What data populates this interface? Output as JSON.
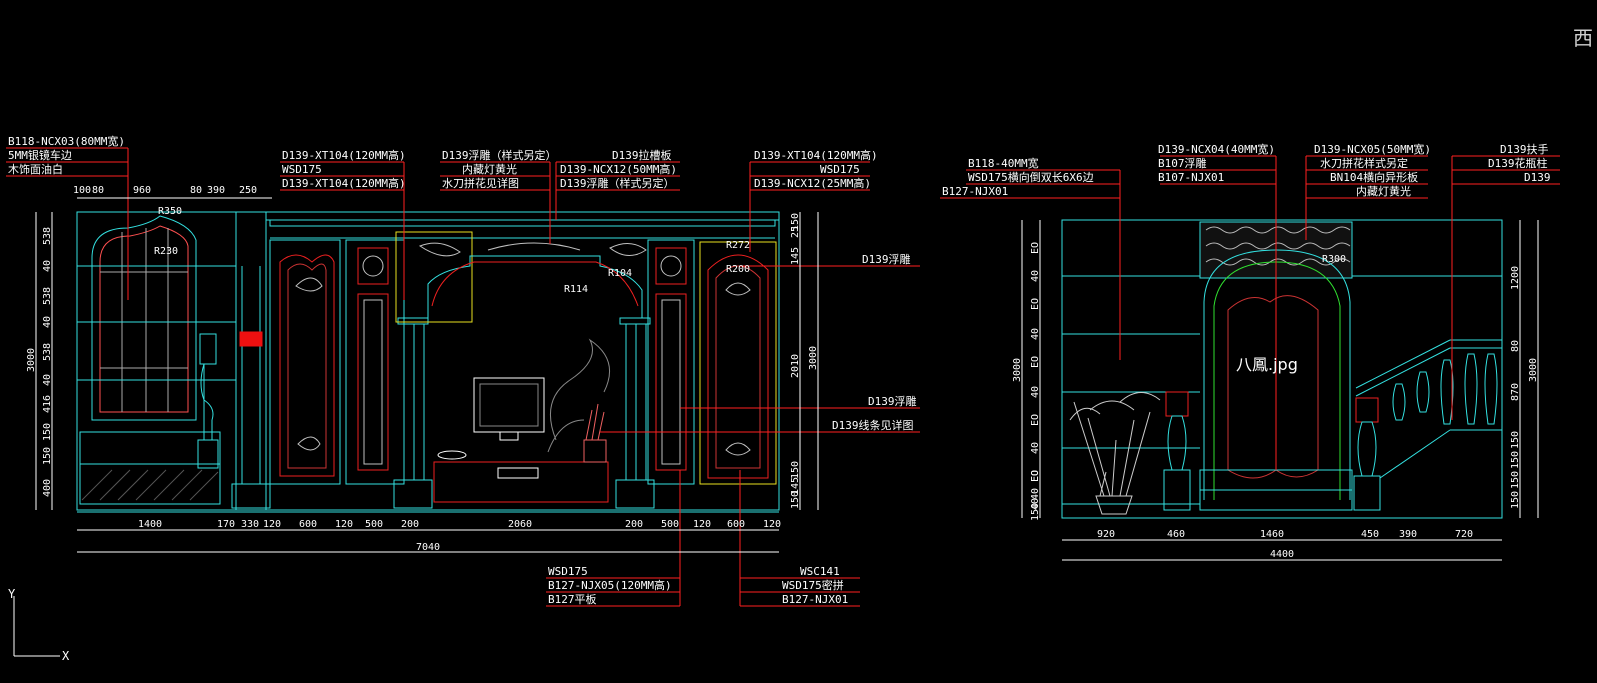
{
  "corner_text": "西",
  "image_label": "八鳳.jpg",
  "colors": {
    "leader": "#ff2020",
    "wall": "#33e0e0",
    "text": "#ffffff",
    "detail": "#cc3333",
    "ornament": "#c0c0c0",
    "yellow": "#e8e020",
    "green": "#30e030"
  },
  "left_labels": {
    "a1": "B118-NCX03(80MM宽)",
    "a2": "5MM银镜车边",
    "a3": "木饰面油白",
    "b1": "D139-XT104(120MM高)",
    "b2": "WSD175",
    "b3": "D139-XT104(120MM高)",
    "c1": "D139浮雕（样式另定）",
    "c2": "内藏灯黄光",
    "c3": "水刀拼花见详图",
    "d1": "D139拉槽板",
    "d2": "D139-NCX12(50MM高)",
    "d3": "D139浮雕（样式另定）",
    "e1": "D139-XT104(120MM高)",
    "e2": "WSD175",
    "e3": "D139-NCX12(25MM高)",
    "r1": "D139浮雕",
    "r2": "D139浮雕",
    "r3": "D139线条见详图",
    "f1": "WSD175",
    "f2": "B127-NJX05(120MM高)",
    "f3": "B127平板",
    "g1": "WSC141",
    "g2": "WSD175密拼",
    "g3": "B127-NJX01"
  },
  "right_labels": {
    "h1": "B118-40MM宽",
    "h2": "WSD175横向倒双长6X6边",
    "h3": "B127-NJX01",
    "i1": "D139-NCX04(40MM宽)",
    "i2": "B107浮雕",
    "i3": "B107-NJX01",
    "j1": "D139-NCX05(50MM宽)",
    "j2": "水刀拼花样式另定",
    "j3": "BN104横向异形板",
    "j4": "内藏灯黄光",
    "k1": "D139扶手",
    "k2": "D139花瓶柱",
    "k3": "D139"
  },
  "left_dims": {
    "top": [
      "100",
      "80",
      "960",
      "80",
      "390",
      "250"
    ],
    "bottom": [
      "1400",
      "170",
      "330",
      "120",
      "600",
      "120",
      "500",
      "200",
      "2060",
      "200",
      "500",
      "120",
      "600",
      "120"
    ],
    "total": "7040",
    "left_v": [
      "538",
      "40",
      "538",
      "40",
      "538",
      "40",
      "416",
      "150",
      "150",
      "400"
    ],
    "left_total": "3000",
    "right_v": [
      "150",
      "145",
      "25",
      "2010",
      "150",
      "145",
      "150"
    ],
    "right_total": "3000",
    "arcs": [
      "R350",
      "R230",
      "R114",
      "R104",
      "R272",
      "R200"
    ]
  },
  "right_dims": {
    "bottom": [
      "920",
      "460",
      "1460",
      "450",
      "390",
      "720"
    ],
    "total": "4400",
    "left_v": [
      "EO",
      "40",
      "EO",
      "40",
      "EO",
      "40",
      "EO",
      "40",
      "EO",
      "40",
      "EO",
      "40",
      "150"
    ],
    "left_total": "3000",
    "right_v": [
      "1200",
      "80",
      "870",
      "150",
      "150",
      "150",
      "150"
    ],
    "right_total": "3000",
    "arcs": [
      "R300"
    ]
  }
}
